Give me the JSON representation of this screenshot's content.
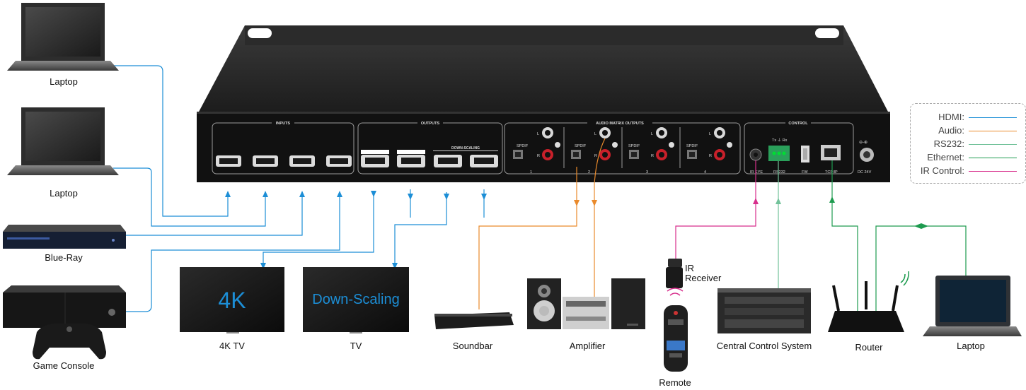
{
  "colors": {
    "hdmi": "#1c8ed6",
    "audio": "#ea8a2b",
    "rs232": "#72c29a",
    "ethernet": "#1e9b4f",
    "ir": "#d72e8c",
    "chassis": "#202020",
    "panel": "#141414"
  },
  "panel": {
    "inputs_title": "INPUTS",
    "outputs_title": "OUTPUTS",
    "downscaling_title": "DOWN-SCALING",
    "audio_title": "AUDIO MATRIX OUTPUTS",
    "control_title": "CONTROL",
    "spdif": "SPDIF",
    "left": "L",
    "right": "R",
    "zone_numbers": [
      "1",
      "2",
      "3",
      "4"
    ],
    "ir_eye": "IR EYE",
    "rs232": "RS232",
    "fw": "FW",
    "tcpip": "TCP/IP",
    "dc": "DC 24V",
    "txrx": "Tx  ⏚  Rx"
  },
  "devices": {
    "laptop1": "Laptop",
    "laptop2": "Laptop",
    "bluray": "Blue-Ray",
    "console": "Game Console",
    "tv4k": "4K TV",
    "tv": "TV",
    "soundbar": "Soundbar",
    "amplifier": "Amplifier",
    "ir_receiver_1": "IR",
    "ir_receiver_2": "Receiver",
    "remote": "Remote",
    "central": "Central Control System",
    "router": "Router",
    "laptop3": "Laptop"
  },
  "screens": {
    "tv4k": "4K",
    "tv": "Down-Scaling"
  },
  "legend": [
    {
      "label": "HDMI:",
      "color": "#1c8ed6"
    },
    {
      "label": "Audio:",
      "color": "#ea8a2b"
    },
    {
      "label": "RS232:",
      "color": "#72c29a"
    },
    {
      "label": "Ethernet:",
      "color": "#1e9b4f"
    },
    {
      "label": "IR Control:",
      "color": "#d72e8c"
    }
  ]
}
